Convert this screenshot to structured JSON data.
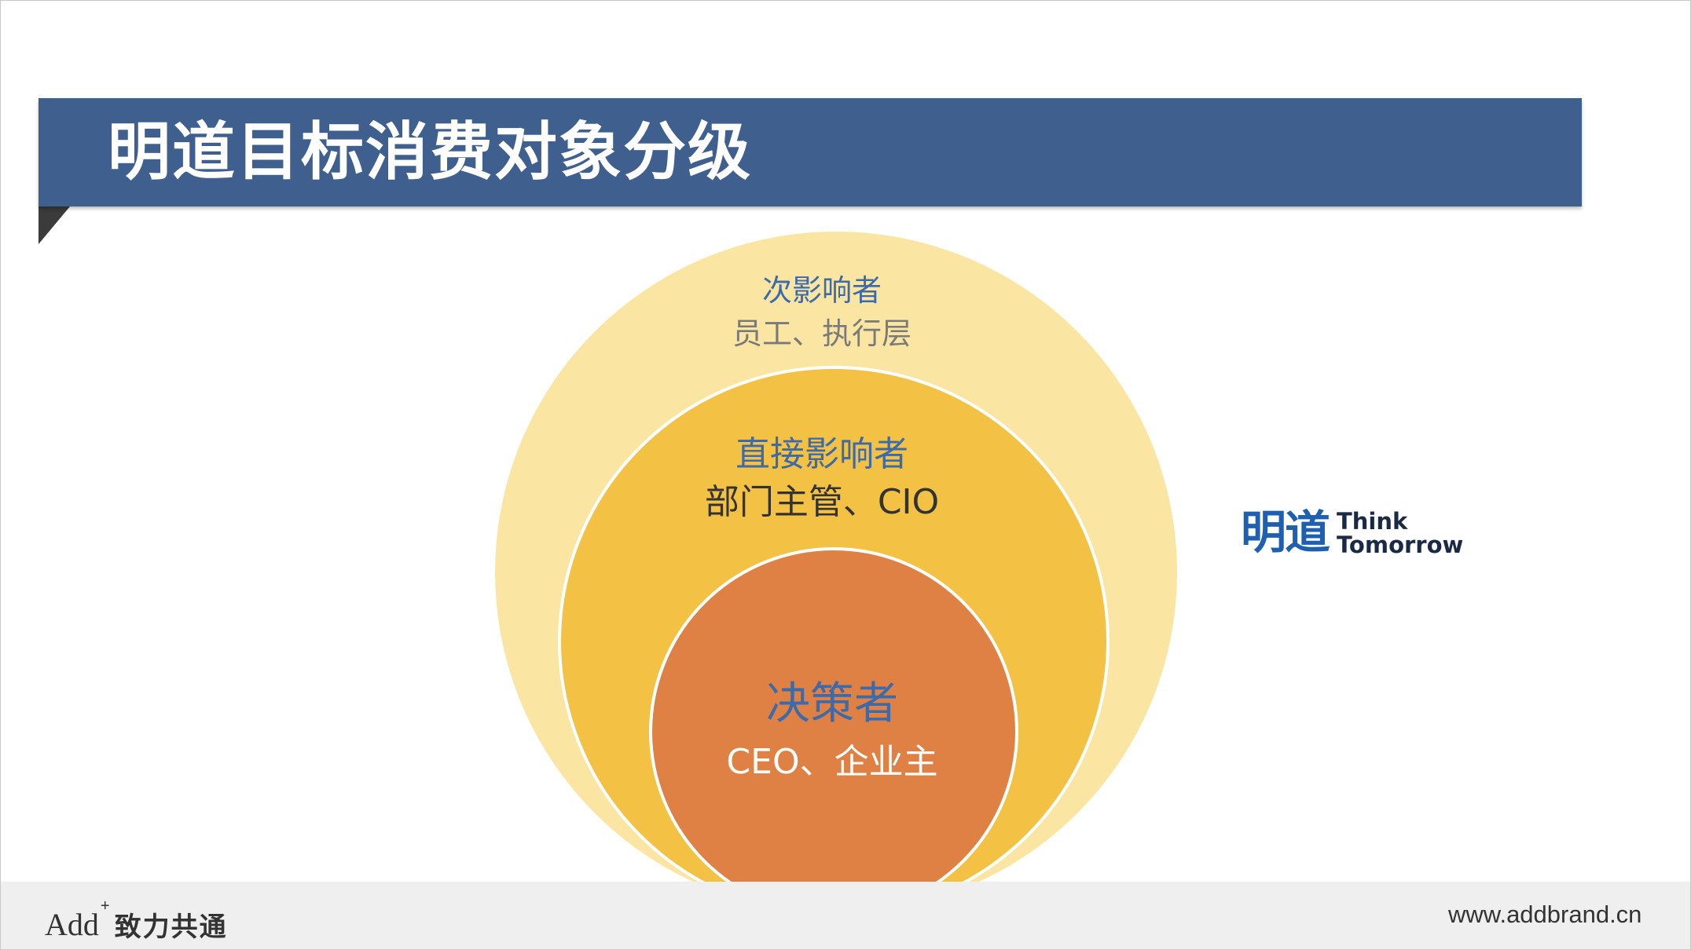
{
  "title": "明道目标消费对象分级",
  "rings": [
    {
      "heading": "次影响者",
      "sub": "员工、执行层",
      "fill": "#fae6a2",
      "heading_color": "#3d6aa8",
      "sub_color": "#7a7a7a"
    },
    {
      "heading": "直接影响者",
      "sub": "部门主管、CIO",
      "fill": "#f3c244",
      "heading_color": "#3d6aa8",
      "sub_color": "#333333"
    },
    {
      "heading": "决策者",
      "sub": "CEO、企业主",
      "fill": "#df8144",
      "heading_color": "#3d6aa8",
      "sub_color": "#ffffff"
    }
  ],
  "logo": {
    "cn": "明道",
    "en_line1": "Think",
    "en_line2": "Tomorrow",
    "color": "#1f5fb0"
  },
  "footer": {
    "brand_en": "Add",
    "brand_plus": "+",
    "brand_cn": "致力共通",
    "url": "www.addbrand.cn"
  },
  "colors": {
    "banner": "#3f5f8e",
    "footer_bg": "#efefef"
  }
}
